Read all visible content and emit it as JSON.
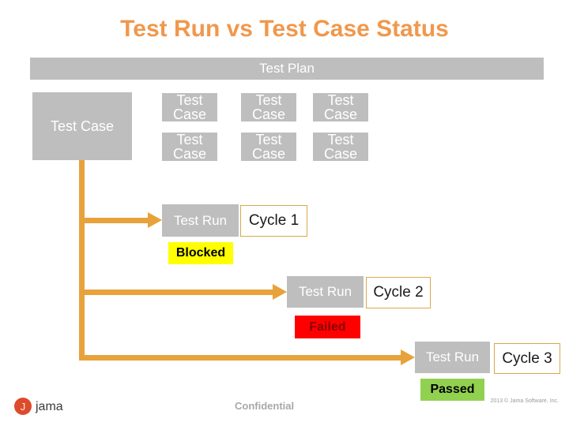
{
  "slide": {
    "title": "Test Run vs Test Case Status",
    "test_plan": {
      "label": "Test Plan"
    },
    "test_case_parent": {
      "label": "Test Case"
    },
    "test_case_grid": {
      "line1": "Test",
      "line2": "Case"
    },
    "test_runs": [
      {
        "label": "Test Run",
        "cycle": "Cycle 1",
        "status": "Blocked",
        "status_color": "#FFFF00"
      },
      {
        "label": "Test Run",
        "cycle": "Cycle 2",
        "status": "Failed",
        "status_color": "#FF0000"
      },
      {
        "label": "Test Run",
        "cycle": "Cycle 3",
        "status": "Passed",
        "status_color": "#92D050"
      }
    ],
    "colors": {
      "title_orange": "#F0984C",
      "box_gray": "#BEBEBE",
      "connector_orange": "#E8A23B",
      "cycle_border_gold": "#D9A84C",
      "failed_text": "#8B0000",
      "logo_red": "#DD4A2C"
    },
    "footer": {
      "logo_initial": "J",
      "logo_text": "jama",
      "confidential": "Confidential",
      "copyright": "2013 © Jama Software, Inc."
    }
  }
}
